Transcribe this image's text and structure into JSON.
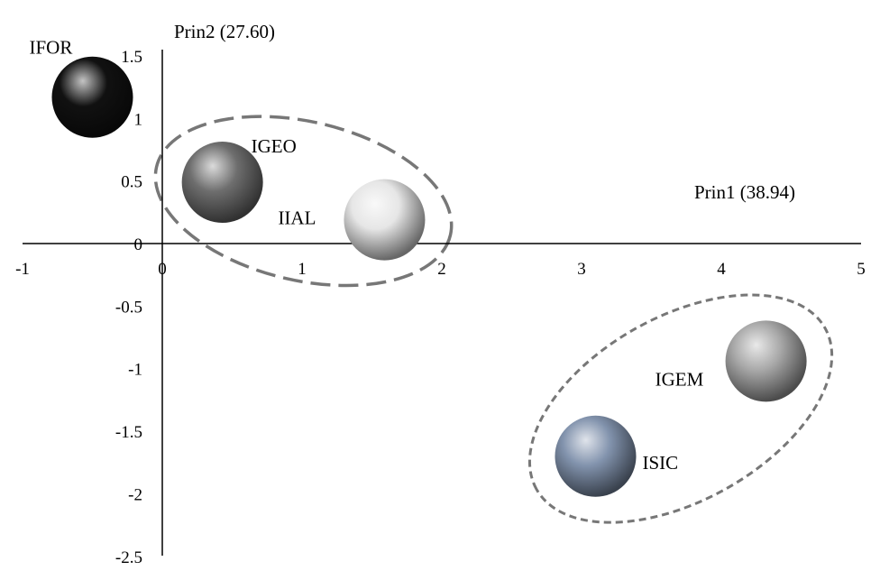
{
  "chart_data": {
    "type": "scatter",
    "title": "",
    "xlabel": "Prin1 (38.94)",
    "ylabel": "Prin2 (27.60)",
    "xlim": [
      -1,
      5
    ],
    "ylim": [
      -2.5,
      1.5
    ],
    "xticks": [
      "-1",
      "0",
      "1",
      "2",
      "3",
      "4",
      "5"
    ],
    "yticks": [
      "1.5",
      "1",
      "0.5",
      "0",
      "-0.5",
      "-1",
      "-1.5",
      "-2",
      "-2.5"
    ],
    "grid": false,
    "points": [
      {
        "name": "IFOR",
        "x": -0.5,
        "y": 1.17,
        "color": "#111111"
      },
      {
        "name": "IGEO",
        "x": 0.43,
        "y": 0.49,
        "color": "#6e6e6e"
      },
      {
        "name": "IIAL",
        "x": 1.59,
        "y": 0.19,
        "color": "#e6e6e6"
      },
      {
        "name": "IGEM",
        "x": 4.32,
        "y": -0.94,
        "color": "#a8a8a8"
      },
      {
        "name": "ISIC",
        "x": 3.1,
        "y": -1.7,
        "color": "#8293ad"
      }
    ],
    "groups": [
      {
        "members": [
          "IGEO",
          "IIAL"
        ],
        "style": "long-dash"
      },
      {
        "members": [
          "IGEM",
          "ISIC"
        ],
        "style": "short-dash"
      }
    ]
  }
}
